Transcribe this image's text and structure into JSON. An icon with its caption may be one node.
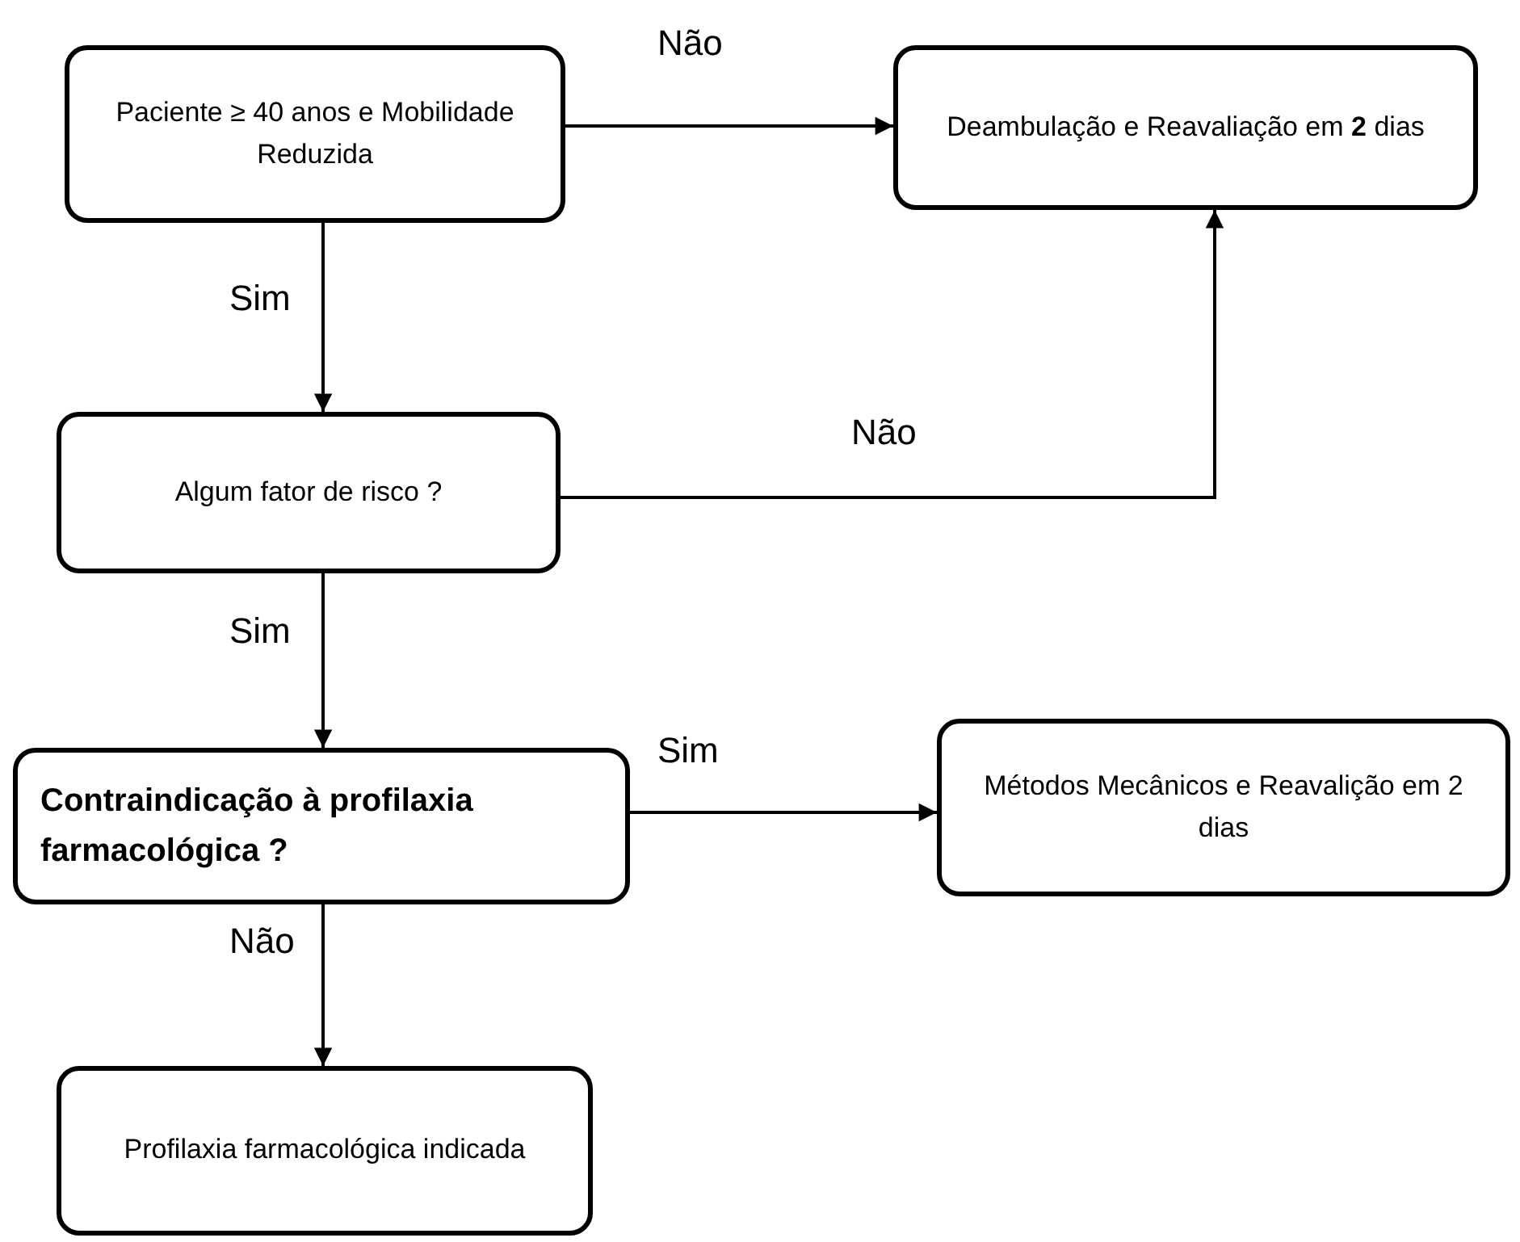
{
  "diagram": {
    "nodes": [
      {
        "text": [
          "Paciente ≥ 40 anos e Mobilidade Reduzida"
        ]
      },
      {
        "text": [
          "Deambulação e Reavaliação em **2** dias"
        ]
      },
      {
        "text": [
          "Algum fator  de risco ?"
        ]
      },
      {
        "text": [
          "Contraindicação à profilaxia farmacológica ?"
        ]
      },
      {
        "text": [
          "Métodos Mecânicos e Reavalição em 2 dias"
        ]
      },
      {
        "text": [
          "Profilaxia farmacológica indicada"
        ]
      }
    ],
    "edges": [
      {
        "from": 0,
        "to": 1,
        "arrow": "to",
        "label": "Não"
      },
      {
        "from": 0,
        "to": 2,
        "arrow": "to",
        "label": "Sim"
      },
      {
        "from": 2,
        "to": 1,
        "arrow": "to",
        "label": "Não"
      },
      {
        "from": 2,
        "to": 3,
        "arrow": "to",
        "label": "Sim"
      },
      {
        "from": 3,
        "to": 4,
        "arrow": "to",
        "label": "Sim"
      },
      {
        "from": 3,
        "to": 5,
        "arrow": "to",
        "label": "Não"
      }
    ]
  }
}
